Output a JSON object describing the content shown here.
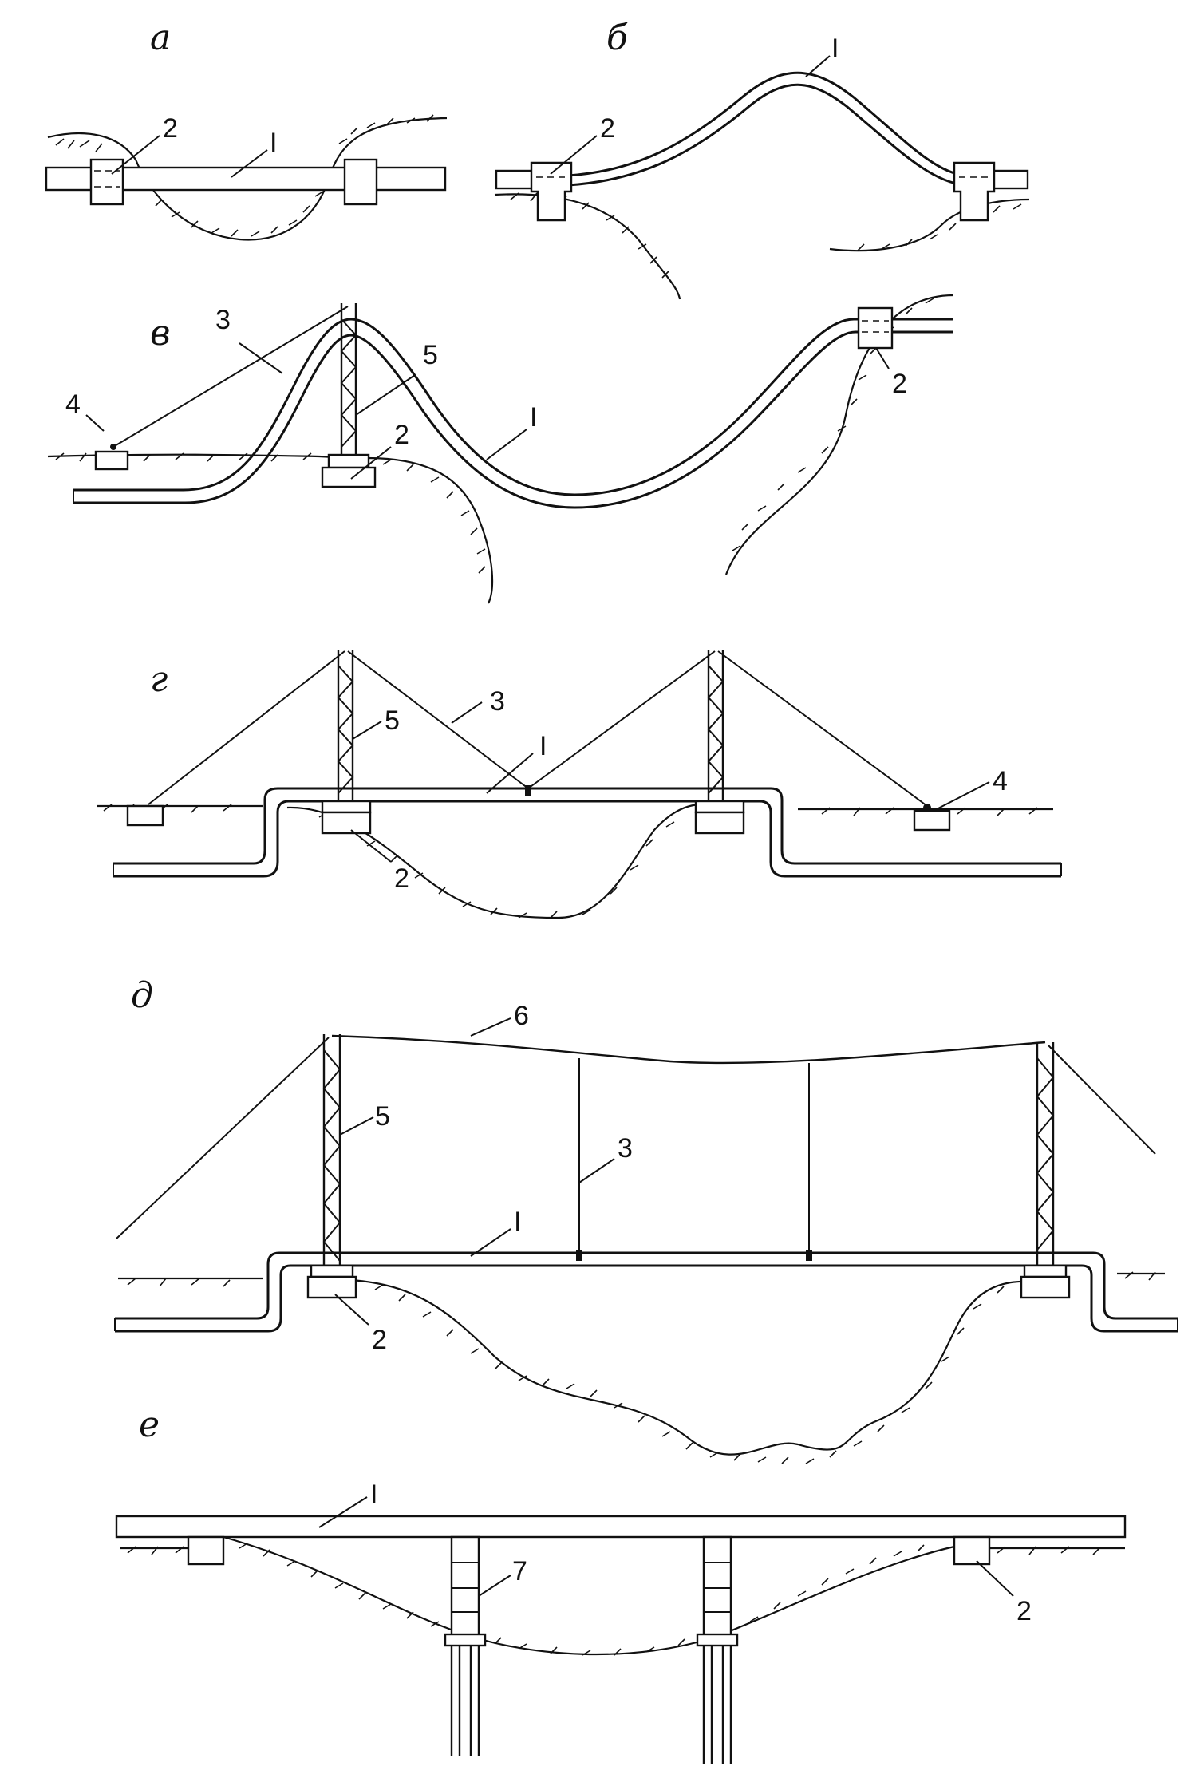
{
  "sections": {
    "a": "а",
    "b": "б",
    "v": "в",
    "g": "г",
    "d": "д",
    "e": "е"
  },
  "labels": {
    "pipe": "I",
    "support": "2",
    "cable": "3",
    "anchor": "4",
    "pylon": "5",
    "main_cable": "6",
    "pier": "7"
  }
}
